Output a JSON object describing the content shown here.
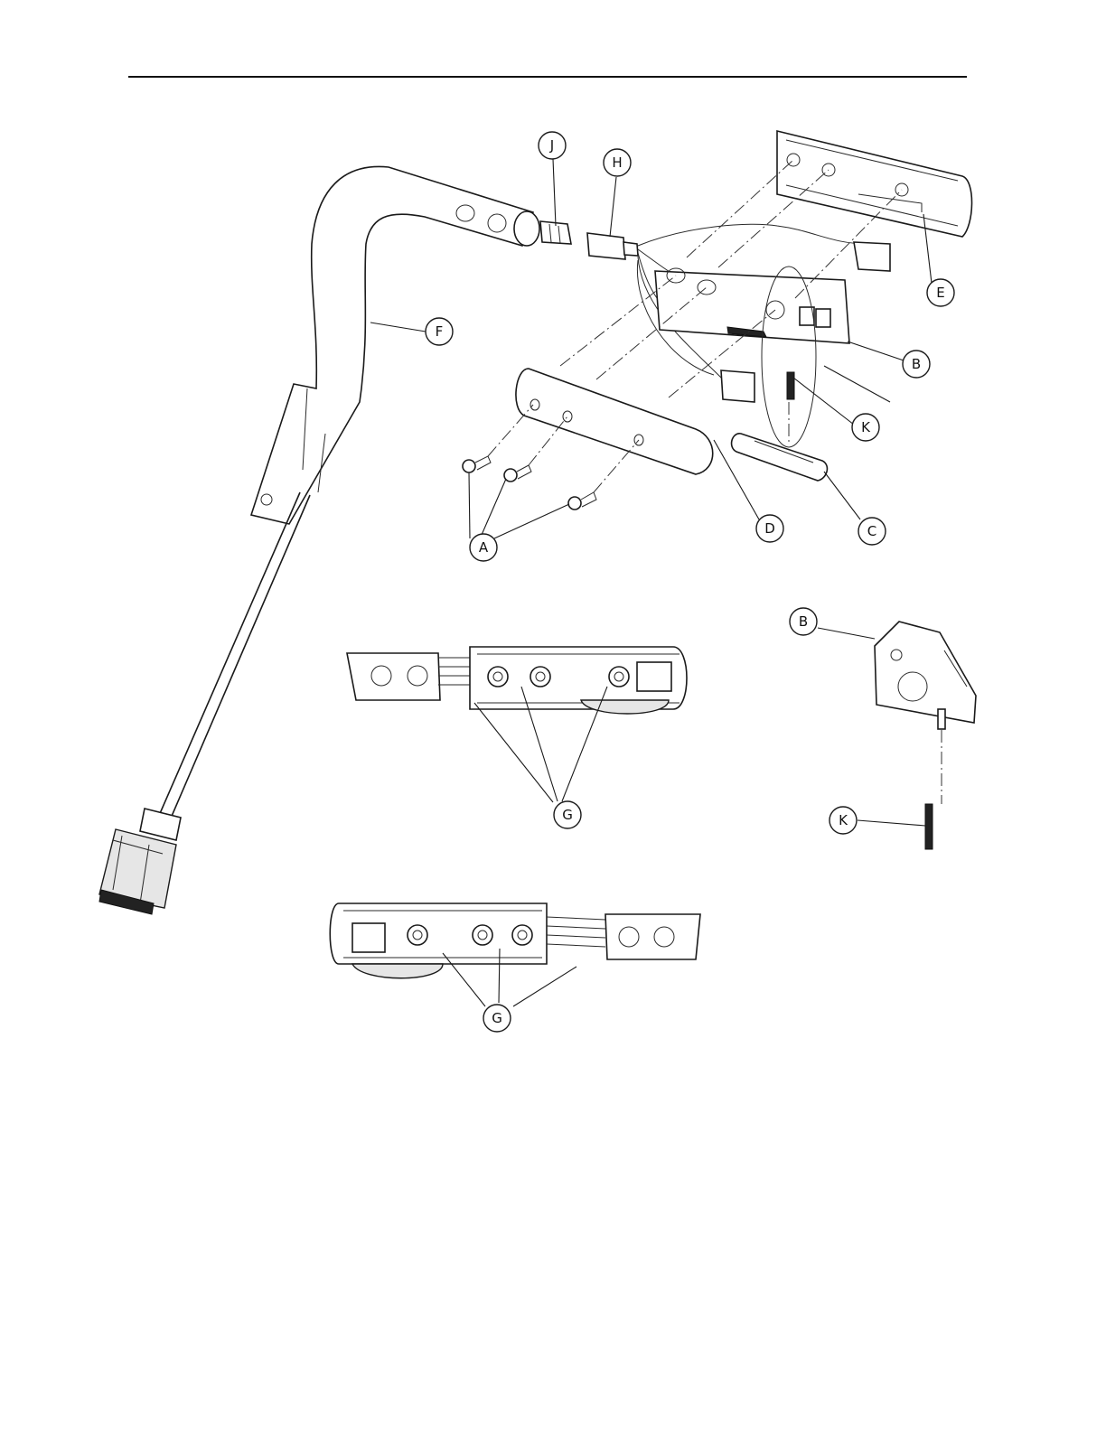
{
  "callouts": {
    "J": "J",
    "H": "H",
    "E": "E",
    "F": "F",
    "B": "B",
    "K": "K",
    "A": "A",
    "D": "D",
    "C": "C",
    "B_detail": "B",
    "K_detail": "K",
    "G_top": "G",
    "G_bottom": "G"
  }
}
